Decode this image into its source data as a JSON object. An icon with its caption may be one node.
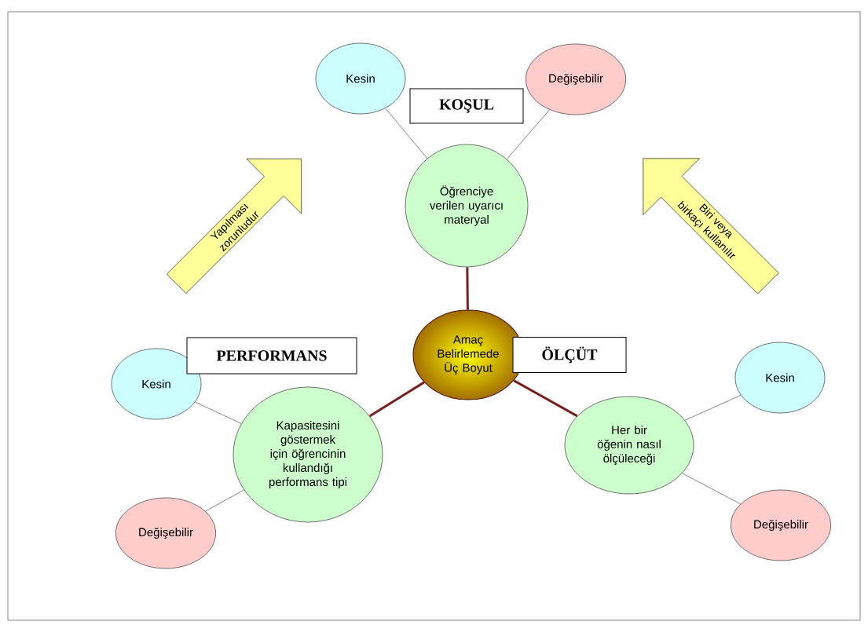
{
  "diagram": {
    "nodes": [
      {
        "text": [
          "Amaç Belirlemede Üç Boyut"
        ]
      },
      {
        "text": [
          "Öğrenciye verilen uyarıcı materyal"
        ]
      },
      {
        "text": [
          "Kesin"
        ]
      },
      {
        "text": [
          "Değişebilir"
        ]
      },
      {
        "text": [
          "KOŞUL"
        ]
      },
      {
        "text": [
          "Kapasitesini göstermek için öğrencinin kullandığı performans tipi"
        ]
      },
      {
        "text": [
          "Kesin"
        ]
      },
      {
        "text": [
          "Değişebilir"
        ]
      },
      {
        "text": [
          "PERFORMANS"
        ]
      },
      {
        "text": [
          "Her bir öğenin nasıl ölçüleceği"
        ]
      },
      {
        "text": [
          "Kesin"
        ]
      },
      {
        "text": [
          "Değişebilir"
        ]
      },
      {
        "text": [
          "ÖLÇÜT"
        ]
      },
      {
        "text": [
          "Yapılması zorunludur"
        ]
      },
      {
        "text": [
          "Biri veya birkaçı kullanılır"
        ]
      }
    ],
    "edges": [
      {
        "from": 0,
        "to": 1,
        "arrow": "none",
        "style": "thick",
        "color": "#7a1f1f"
      },
      {
        "from": 0,
        "to": 5,
        "arrow": "none",
        "style": "thick",
        "color": "#7a1f1f"
      },
      {
        "from": 0,
        "to": 9,
        "arrow": "none",
        "style": "thick",
        "color": "#7a1f1f"
      },
      {
        "from": 1,
        "to": 2,
        "arrow": "none"
      },
      {
        "from": 1,
        "to": 3,
        "arrow": "none"
      },
      {
        "from": 5,
        "to": 6,
        "arrow": "none"
      },
      {
        "from": 5,
        "to": 7,
        "arrow": "none"
      },
      {
        "from": 9,
        "to": 10,
        "arrow": "none"
      },
      {
        "from": 9,
        "to": 11,
        "arrow": "none"
      }
    ]
  }
}
